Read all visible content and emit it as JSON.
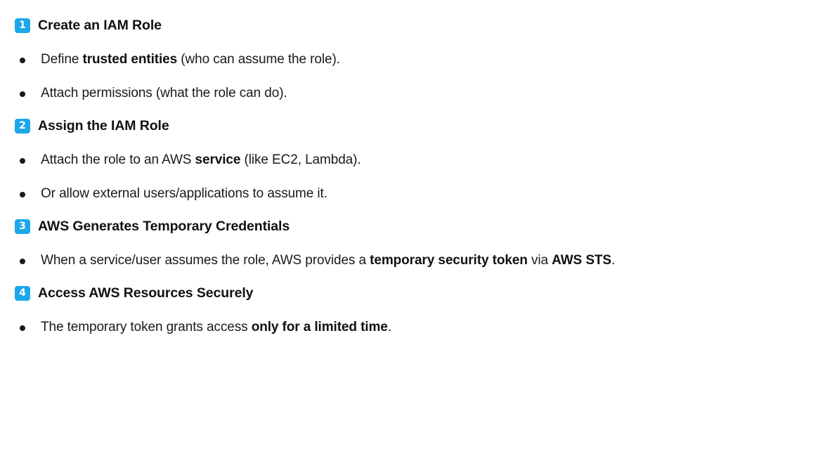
{
  "document": {
    "type": "numbered-steps-list",
    "accent_color": "#1CA7E9",
    "text_color": "#1a1a1a",
    "background_color": "#ffffff",
    "steps": [
      {
        "number": "1",
        "title": "Create an IAM Role",
        "bullets": [
          {
            "parts": [
              {
                "text": "Define ",
                "bold": false
              },
              {
                "text": "trusted entities",
                "bold": true
              },
              {
                "text": " (who can assume the role).",
                "bold": false
              }
            ],
            "plain": "Define trusted entities (who can assume the role)."
          },
          {
            "parts": [
              {
                "text": "Attach permissions (what the role can do).",
                "bold": false
              }
            ],
            "plain": "Attach permissions (what the role can do)."
          }
        ]
      },
      {
        "number": "2",
        "title": "Assign the IAM Role",
        "bullets": [
          {
            "parts": [
              {
                "text": "Attach the role to an AWS ",
                "bold": false
              },
              {
                "text": "service",
                "bold": true
              },
              {
                "text": " (like EC2, Lambda).",
                "bold": false
              }
            ],
            "plain": "Attach the role to an AWS service (like EC2, Lambda)."
          },
          {
            "parts": [
              {
                "text": "Or allow external users/applications to assume it.",
                "bold": false
              }
            ],
            "plain": "Or allow external users/applications to assume it."
          }
        ]
      },
      {
        "number": "3",
        "title": "AWS Generates Temporary Credentials",
        "bullets": [
          {
            "parts": [
              {
                "text": "When a service/user assumes the role, AWS provides a ",
                "bold": false
              },
              {
                "text": "temporary security token",
                "bold": true
              },
              {
                "text": " via ",
                "bold": false
              },
              {
                "text": "AWS STS",
                "bold": true
              },
              {
                "text": ".",
                "bold": false
              }
            ],
            "plain": "When a service/user assumes the role, AWS provides a temporary security token via AWS STS."
          }
        ]
      },
      {
        "number": "4",
        "title": "Access AWS Resources Securely",
        "bullets": [
          {
            "parts": [
              {
                "text": "The temporary token grants access ",
                "bold": false
              },
              {
                "text": "only for a limited time",
                "bold": true
              },
              {
                "text": ".",
                "bold": false
              }
            ],
            "plain": "The temporary token grants access only for a limited time."
          }
        ]
      }
    ]
  }
}
